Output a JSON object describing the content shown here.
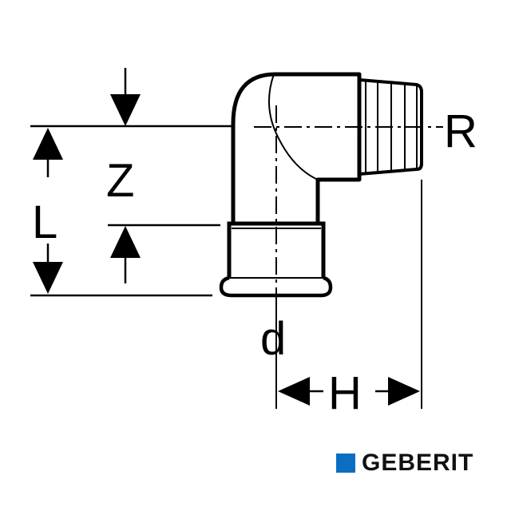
{
  "labels": {
    "z": "Z",
    "l": "L",
    "r": "R",
    "d": "d",
    "h": "H"
  },
  "logo": {
    "text": "GEBERIT",
    "color": "#0a6fc2"
  }
}
